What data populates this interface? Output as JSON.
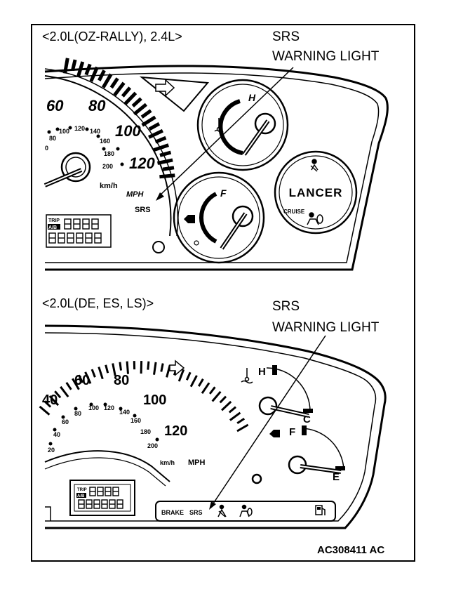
{
  "top_panel": {
    "variant_label": "<2.0L(OZ-RALLY), 2.4L>",
    "callout_line1": "SRS",
    "callout_line2": "WARNING LIGHT",
    "speedo_numbers": [
      "60",
      "80",
      "100",
      "120"
    ],
    "kmh_numbers": [
      "0",
      "80",
      "100",
      "120",
      "140",
      "160",
      "180",
      "200"
    ],
    "kmh_unit": "km/h",
    "mph_unit": "MPH",
    "srs_indicator": "SRS",
    "trip_label": "TRIP",
    "ab_label": "A/B",
    "temp_gauge_mark": "H",
    "fuel_gauge_mark": "F",
    "badge": "LANCER",
    "cruise_label": "CRUISE"
  },
  "bottom_panel": {
    "variant_label": "<2.0L(DE, ES, LS)>",
    "callout_line1": "SRS",
    "callout_line2": "WARNING LIGHT",
    "speedo_numbers": [
      "40",
      "60",
      "80",
      "100",
      "120"
    ],
    "kmh_numbers": [
      "20",
      "40",
      "60",
      "80",
      "100",
      "120",
      "140",
      "160",
      "180",
      "200"
    ],
    "kmh_unit": "km/h",
    "mph_unit": "MPH",
    "trip_label": "TRIP",
    "ab_label": "A/B",
    "temp_hot": "H",
    "temp_cold": "C",
    "fuel_full": "F",
    "fuel_empty": "E",
    "brake_label": "BRAKE",
    "srs_indicator": "SRS"
  },
  "figure_code": "AC308411 AC"
}
